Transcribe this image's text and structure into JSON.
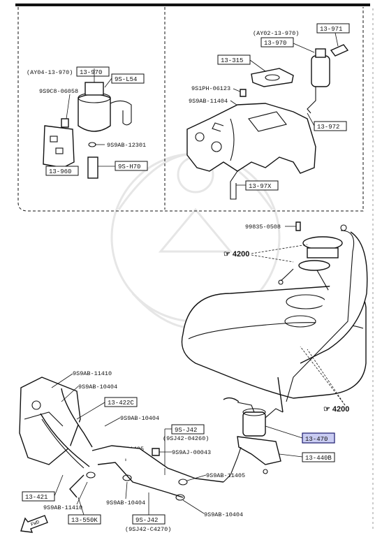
{
  "inset": {
    "left": {
      "label_ay04": "(AY04-13-970)",
      "box_13_970": "13-970",
      "box_9s_l54": "9S-L54",
      "label_9s9c8": "9S9C8-06058",
      "label_9s9ab_12301": "9S9AB-12301",
      "box_9s_h70": "9S-H70",
      "box_13_960": "13-960"
    },
    "right": {
      "label_ay02": "(AY02-13-970)",
      "box_13_971": "13-971",
      "box_13_970": "13-970",
      "box_13_315": "13-315",
      "label_9s1ph": "9S1PH-06123",
      "label_9s9ab_11404": "9S9AB-11404",
      "box_13_972": "13-972",
      "box_13_97x": "13-97X"
    }
  },
  "main": {
    "label_99835": "99835-0508",
    "ref_4200_top": "☞ 4200",
    "ref_4200_bottom": "☞ 4200",
    "label_9s9ab_11410_top": "9S9AB-11410",
    "label_9s9ab_10404_a": "9S9AB-10404",
    "box_13_422c": "13-422C",
    "label_9s9ab_10404_b": "9S9AB-10404",
    "box_9s_j42_top": "9S-J42",
    "label_9sj42_04260": "(9SJ42-04260)",
    "label_9s9ab_11405_a": "9S9AB-11405",
    "label_9s9aj_00043": "9S9AJ-00043",
    "box_13_470": "13-470",
    "box_13_440b": "13-440B",
    "label_9s9ab_11405_b": "9S9AB-11405",
    "box_13_421": "13-421",
    "label_9s9ab_11410_bottom": "9S9AB-11410",
    "label_9s9ab_10404_c": "9S9AB-10404",
    "label_9s9ab_10404_d": "9S9AB-10404",
    "box_13_550k": "13-550K",
    "box_9s_j42_bottom": "9S-J42",
    "label_9sj42_c4270": "(9SJ42-C4270)",
    "fwd": "FWD"
  },
  "colors": {
    "highlight_fill": "#c9ccf2",
    "highlight_stroke": "#1a1a6e",
    "ink": "#111111"
  }
}
